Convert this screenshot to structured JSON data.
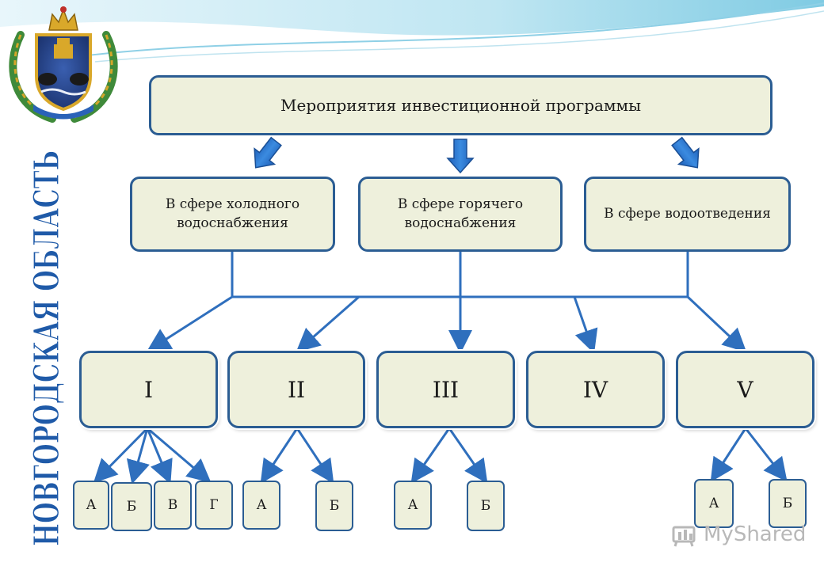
{
  "slide": {
    "region_title": "НОВГОРОДСКАЯ ОБЛАСТЬ",
    "main_title": "Мероприятия инвестиционной программы",
    "categories": [
      {
        "label": "В сфере холодного водоснабжения"
      },
      {
        "label": "В сфере горячего водоснабжения"
      },
      {
        "label": "В сфере водоотведения"
      }
    ],
    "groups": [
      {
        "label": "I",
        "leaves": [
          "А",
          "Б",
          "В",
          "Г"
        ]
      },
      {
        "label": "II",
        "leaves": [
          "А",
          "Б"
        ]
      },
      {
        "label": "III",
        "leaves": [
          "А",
          "Б"
        ]
      },
      {
        "label": "IV",
        "leaves": []
      },
      {
        "label": "V",
        "leaves": [
          "А",
          "Б"
        ]
      }
    ],
    "watermark": "MyShared"
  },
  "colors": {
    "box_fill": "#eef0dc",
    "box_border": "#2b5d93",
    "arrow": "#2f6fbd",
    "region_title": "#1f5aa8"
  },
  "icons": [
    "coat-of-arms-icon",
    "down-arrow-icon",
    "myshared-logo-icon"
  ]
}
